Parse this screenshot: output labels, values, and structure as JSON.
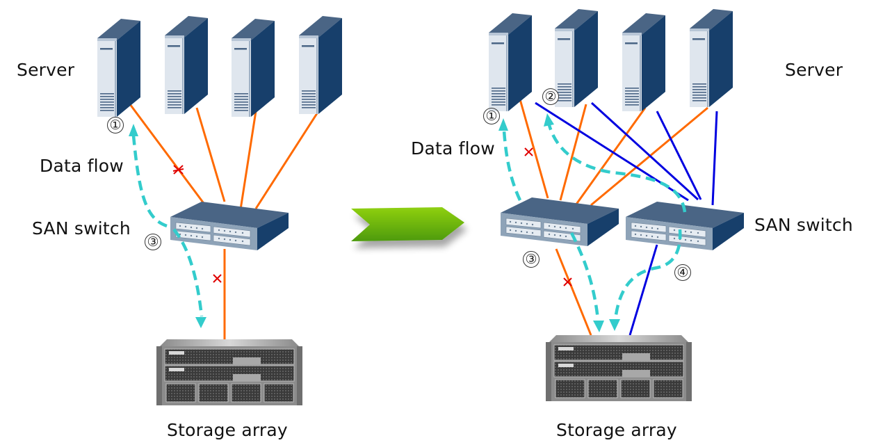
{
  "labels": {
    "left": {
      "server": "Server",
      "data_flow": "Data flow",
      "san_switch": "SAN switch",
      "storage_array": "Storage array"
    },
    "right": {
      "server": "Server",
      "data_flow": "Data flow",
      "san_switch": "SAN switch",
      "storage_array": "Storage array"
    }
  },
  "markers": {
    "left": {
      "m1": "①",
      "m3": "③"
    },
    "right": {
      "m1": "①",
      "m2": "②",
      "m3": "③",
      "m4": "④"
    }
  },
  "colors": {
    "server_front": "#dfe6ee",
    "server_top": "#4a6585",
    "server_side": "#173f6b",
    "switch_top": "#4a6585",
    "switch_front": "#8ea3b8",
    "switch_side": "#173f6b",
    "link_primary": "#ff6a00",
    "link_secondary": "#0000e0",
    "data_flow": "#33cccc",
    "failure_mark": "#e00000",
    "arrow_green": "#6fb80f",
    "storage_body": "#8c8c8c"
  },
  "diagram": {
    "left_title": "Single-path SAN",
    "right_title": "Redundant dual-switch SAN",
    "left_server_count": 4,
    "right_server_count": 4,
    "left_switch_count": 1,
    "right_switch_count": 2
  }
}
